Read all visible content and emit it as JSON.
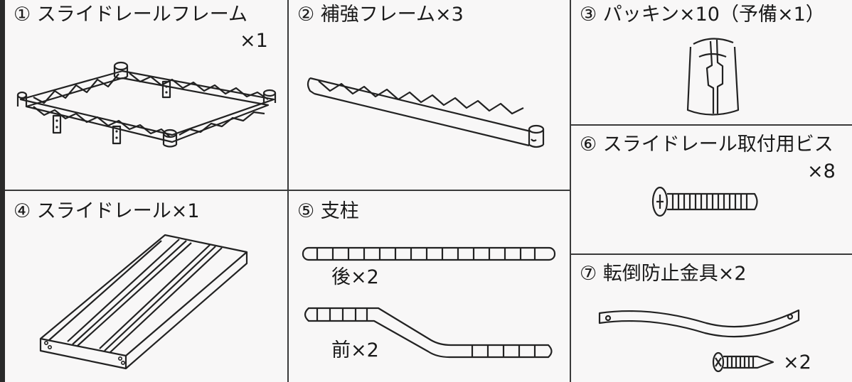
{
  "parts": {
    "p1": {
      "label": "① スライドレールフレーム",
      "qty": "×1"
    },
    "p2": {
      "label": "② 補強フレーム×3"
    },
    "p3": {
      "label": "③ パッキン×10（予備×1）"
    },
    "p4": {
      "label": "④ スライドレール×1"
    },
    "p5": {
      "label": "⑤ 支柱",
      "back": "後×2",
      "front": "前×2"
    },
    "p6": {
      "label": "⑥ スライドレール取付用ビス",
      "qty": "×8"
    },
    "p7": {
      "label": "⑦ 転倒防止金具×2",
      "screw_qty": "×2"
    }
  },
  "icons": {
    "p1": "slide-rail-frame-icon",
    "p2": "reinforcement-frame-icon",
    "p3": "packing-icon",
    "p4": "slide-rail-icon",
    "p5_back": "rear-pole-icon",
    "p5_front": "front-pole-icon",
    "p6": "screw-icon",
    "p7_bracket": "anti-tip-bracket-icon",
    "p7_screw": "wood-screw-icon"
  },
  "colors": {
    "paper": "#f8f7f7",
    "ink": "#1a1a1a"
  }
}
